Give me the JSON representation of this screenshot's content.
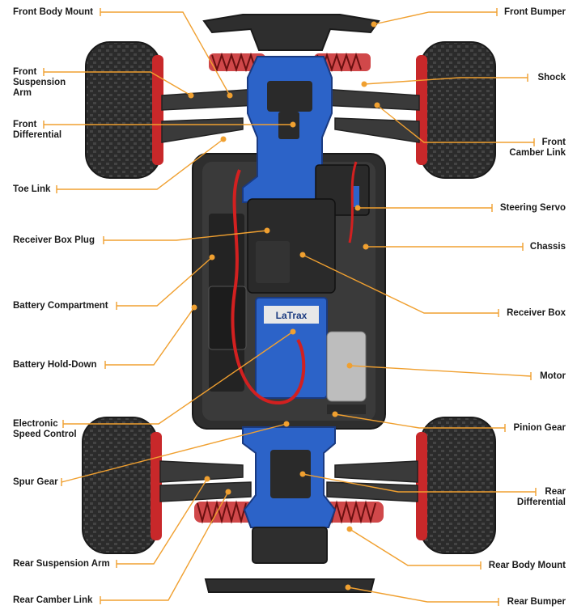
{
  "colors": {
    "leader": "#f0a030",
    "dot": "#f0a030",
    "chassis_blue": "#2c63c8",
    "tire": "#2a2a2a",
    "wheel_red": "#c8282a",
    "arm_dark": "#3a3a3a",
    "wire_red": "#d22020"
  },
  "labels": {
    "front_body_mount": "Front Body Mount",
    "front_bumper": "Front Bumper",
    "front_suspension_arm": "Front\nSuspension\nArm",
    "shock": "Shock",
    "front_differential": "Front\nDifferential",
    "front_camber_link": "Front\nCamber Link",
    "toe_link": "Toe Link",
    "steering_servo": "Steering Servo",
    "receiver_box_plug": "Receiver Box Plug",
    "chassis": "Chassis",
    "battery_compartment": "Battery Compartment",
    "receiver_box": "Receiver Box",
    "battery_hold_down": "Battery Hold-Down",
    "motor": "Motor",
    "electronic_speed_control": "Electronic\nSpeed Control",
    "pinion_gear": "Pinion Gear",
    "spur_gear": "Spur Gear",
    "rear_differential": "Rear\nDifferential",
    "rear_suspension_arm": "Rear Suspension Arm",
    "rear_body_mount": "Rear Body Mount",
    "rear_camber_link": "Rear Camber Link",
    "rear_bumper": "Rear Bumper"
  },
  "esc_sticker_text": "LaTrax"
}
